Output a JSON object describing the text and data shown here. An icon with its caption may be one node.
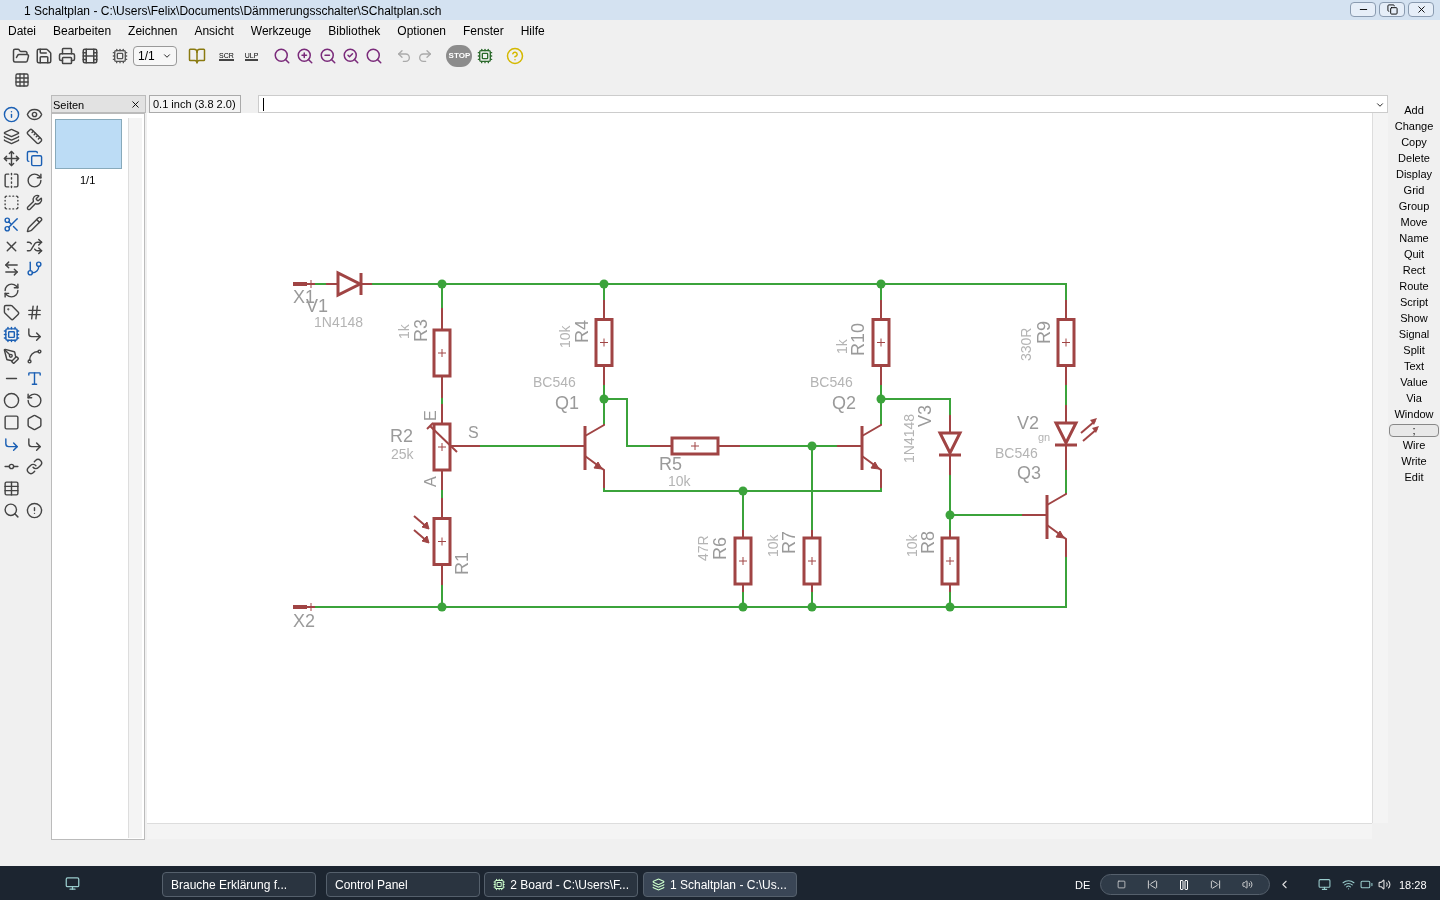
{
  "diagram": {
    "nodes": [
      {
        "text": [
          "X1"
        ]
      },
      {
        "text": [
          "V1",
          "1N4148"
        ]
      },
      {
        "text": [
          "1k",
          "R3"
        ]
      },
      {
        "text": [
          "E",
          "R2",
          "25k",
          "A",
          "S"
        ]
      },
      {
        "text": [
          "R1"
        ]
      },
      {
        "text": [
          "X2"
        ]
      },
      {
        "text": [
          "10k",
          "R4"
        ]
      },
      {
        "text": [
          "BC546",
          "Q1"
        ]
      },
      {
        "text": [
          "R5",
          "10k"
        ]
      },
      {
        "text": [
          "1k",
          "R10"
        ]
      },
      {
        "text": [
          "BC546",
          "Q2"
        ]
      },
      {
        "text": [
          "47R",
          "R6"
        ]
      },
      {
        "text": [
          "10k",
          "R7"
        ]
      },
      {
        "text": [
          "1N4148",
          "V3"
        ]
      },
      {
        "text": [
          "10k",
          "R8"
        ]
      },
      {
        "text": [
          "330R",
          "R9"
        ]
      },
      {
        "text": [
          "V2",
          "gn"
        ]
      },
      {
        "text": [
          "BC546",
          "Q3"
        ]
      }
    ],
    "edges": [
      {
        "from": 0,
        "to": 1,
        "arrow": "none"
      },
      {
        "from": 1,
        "to": 2,
        "arrow": "none"
      },
      {
        "from": 1,
        "to": 6,
        "arrow": "none"
      },
      {
        "from": 1,
        "to": 9,
        "arrow": "none"
      },
      {
        "from": 1,
        "to": 15,
        "arrow": "none"
      },
      {
        "from": 2,
        "to": 3,
        "arrow": "none"
      },
      {
        "from": 3,
        "to": 4,
        "arrow": "none"
      },
      {
        "from": 3,
        "to": 7,
        "arrow": "none"
      },
      {
        "from": 5,
        "to": 4,
        "arrow": "none"
      },
      {
        "from": 5,
        "to": 11,
        "arrow": "none"
      },
      {
        "from": 5,
        "to": 12,
        "arrow": "none"
      },
      {
        "from": 5,
        "to": 14,
        "arrow": "none"
      },
      {
        "from": 5,
        "to": 17,
        "arrow": "none"
      },
      {
        "from": 6,
        "to": 7,
        "arrow": "none"
      },
      {
        "from": 6,
        "to": 8,
        "arrow": "none"
      },
      {
        "from": 8,
        "to": 10,
        "arrow": "none"
      },
      {
        "from": 8,
        "to": 12,
        "arrow": "none"
      },
      {
        "from": 7,
        "to": 10,
        "arrow": "none"
      },
      {
        "from": 7,
        "to": 11,
        "arrow": "none"
      },
      {
        "from": 9,
        "to": 10,
        "arrow": "none"
      },
      {
        "from": 9,
        "to": 13,
        "arrow": "none"
      },
      {
        "from": 13,
        "to": 14,
        "arrow": "none"
      },
      {
        "from": 13,
        "to": 17,
        "arrow": "none"
      },
      {
        "from": 15,
        "to": 16,
        "arrow": "none"
      },
      {
        "from": 16,
        "to": 17,
        "arrow": "none"
      }
    ],
    "labels": [
      "1 Schaltplan - C:\\Users\\Felix\\Documents\\Dämmerungsschalter\\SChaltplan.sch",
      "Datei",
      "Bearbeiten",
      "Zeichnen",
      "Ansicht",
      "Werkzeuge",
      "Bibliothek",
      "Optionen",
      "Fenster",
      "Hilfe",
      "1/1",
      "SCR",
      "ULP",
      "STOP",
      "Seiten",
      "0.1 inch (3.8 2.0)",
      "1/1",
      "Add",
      "Change",
      "Copy",
      "Delete",
      "Display",
      "Grid",
      "Group",
      "Move",
      "Name",
      "Quit",
      "Rect",
      "Route",
      "Script",
      "Show",
      "Signal",
      "Split",
      "Text",
      "Value",
      "Via",
      "Window",
      ";",
      "Wire",
      "Write",
      "Edit",
      "Brauche Erklärung f...",
      "Control Panel",
      "2 Board - C:\\Users\\F...",
      "1 Schaltplan - C:\\Us...",
      "DE",
      "18:28"
    ]
  }
}
